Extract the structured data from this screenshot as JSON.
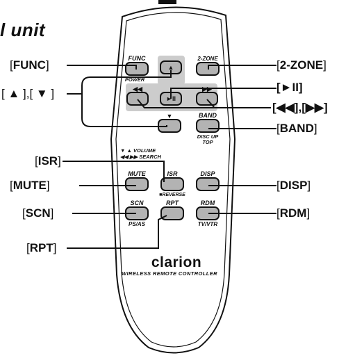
{
  "heading": "l unit",
  "brand": {
    "name": "clarion",
    "subtitle": "WIRELESS REMOTE CONTROLLER"
  },
  "button_labels": {
    "func": "FUNC",
    "power": "POWER",
    "two_zone": "2-ZONE",
    "band": "BAND",
    "disc_up": "DISC UP",
    "top": "TOP",
    "volume": "▼ ▲ VOLUME",
    "search": "◀◀ ▶▶ SEARCH",
    "mute": "MUTE",
    "isr": "ISR",
    "reverse": "■REVERSE",
    "disp": "DISP",
    "scn": "SCN",
    "ps_as": "PS/AS",
    "rpt": "RPT",
    "rdm": "RDM",
    "tv_vtr": "TV/VTR",
    "up_glyph": "▲",
    "down_glyph": "▼",
    "play_glyph": "►II",
    "rew_glyph": "◀◀",
    "ff_glyph": "▶▶"
  },
  "callouts": {
    "func": {
      "open": "[",
      "text": "FUNC",
      "close": "]"
    },
    "up_down": {
      "text": "[ ▲ ],[ ▼ ]"
    },
    "two_zone": {
      "open": "[",
      "text": "2-ZONE",
      "close": "]"
    },
    "play": {
      "text": "[►II]"
    },
    "seek": {
      "text": "[◀◀],[▶▶]"
    },
    "band": {
      "open": "[",
      "text": "BAND",
      "close": "]"
    },
    "isr": {
      "open": "[",
      "text": "ISR",
      "close": "]"
    },
    "mute": {
      "open": "[",
      "text": "MUTE",
      "close": "]"
    },
    "disp": {
      "open": "[",
      "text": "DISP",
      "close": "]"
    },
    "scn": {
      "open": "[",
      "text": "SCN",
      "close": "]"
    },
    "rdm": {
      "open": "[",
      "text": "RDM",
      "close": "]"
    },
    "rpt": {
      "open": "[",
      "text": "RPT",
      "close": "]"
    }
  }
}
